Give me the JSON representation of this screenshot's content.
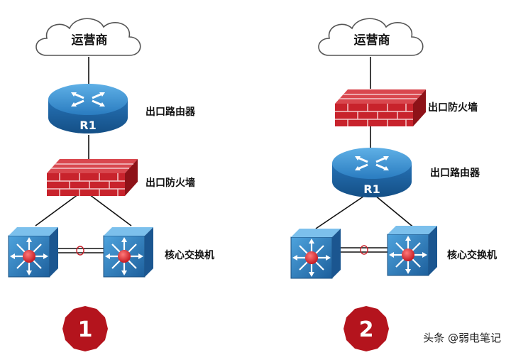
{
  "diagram": {
    "left": {
      "cloud_label": "运营商",
      "router_name": "R1",
      "router_label": "出口路由器",
      "firewall_label": "出口防火墙",
      "core_label": "核心交换机",
      "number": "1"
    },
    "right": {
      "cloud_label": "运营商",
      "router_name": "R1",
      "router_label": "出口路由器",
      "firewall_label": "出口防火墙",
      "core_label": "核心交换机",
      "number": "2"
    }
  },
  "watermark": "头条 @弱电笔记",
  "colors": {
    "router_top": "#3a8fd0",
    "router_side": "#1e66a8",
    "firewall": "#c8232c",
    "switch": "#2f7fbf",
    "badge": "#b4141d"
  }
}
